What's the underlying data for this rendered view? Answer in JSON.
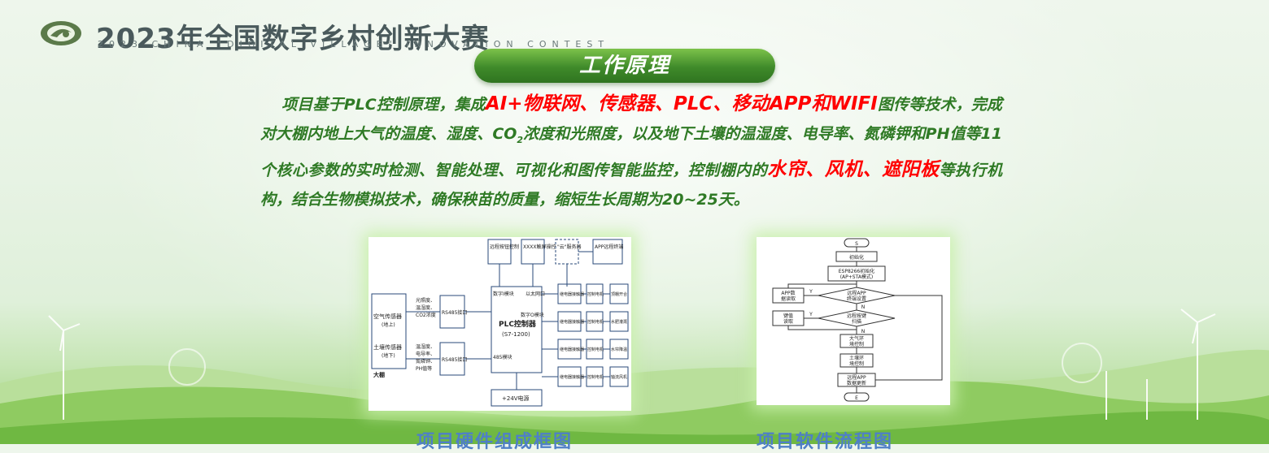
{
  "header": {
    "title_cn": "2023年全国数字乡村创新大赛",
    "title_en": "2023 CHINA \"DIGITAL VILLAGE\" INNOVATION CONTEST"
  },
  "banner": {
    "title": "工作原理"
  },
  "paragraph": {
    "p1": "项目基于PLC控制原理，集成",
    "r1": "AI+物联网、传感器、PLC、移动APP和WIFI",
    "p2": "图传等技术，完成对大棚内地上大气的温度、湿度、CO",
    "sub": "2",
    "p3": "浓度和光照度，以及地下土壤的温湿度、电导率、氮磷钾和PH值等11个核心参数的实时检测、智能处理、可视化和图传智能监控，控制棚内的",
    "r2": "水帘、风机、遮阳板",
    "p4": "等执行机构，结合生物模拟技术，确保秧苗的质量，缩短生长周期为20~25天。"
  },
  "hardware_diagram": {
    "remote_button": "远程按钮控制",
    "touch_screen": "XXXX触屏操控",
    "cloud_server": "\"云\"服务器",
    "app_terminal": "APP远程终端",
    "air_sensor": "空气传感器",
    "air_sensor_sub": "(地上)",
    "soil_sensor": "土壤传感器",
    "soil_sensor_sub": "(地下)",
    "greenhouse": "大棚",
    "air_params": [
      "光照度、",
      "温湿度、",
      "CO2浓度"
    ],
    "soil_params": [
      "温湿度、",
      "电导率、",
      "氮磷钾、",
      "PH值等"
    ],
    "rs485_1": "RS485接口",
    "rs485_2": "RS485接口",
    "digital_in": "数字I模块",
    "ethernet": "以太网口",
    "plc": "PLC控制器",
    "plc_model": "(S7-1200)",
    "digital_out": "数字O模块",
    "m485": "485模块",
    "power": "+24V电源",
    "relay": "继电器接触器",
    "motor": "控制电机",
    "actuators": [
      "顶棚开合",
      "水肥灌溉",
      "水帘降温",
      "轴流风机"
    ]
  },
  "software_flow": {
    "start": "S",
    "init": "初始化",
    "esp_init": [
      "ESP8266初始化",
      "(AP+STA模式)"
    ],
    "decision1": [
      "远程APP",
      "终端设置"
    ],
    "yes1": "Y",
    "app_read": [
      "APP数",
      "据读取"
    ],
    "no1": "N",
    "decision2": [
      "远程按键",
      "扫描"
    ],
    "yes2": "Y",
    "key_read": [
      "键值",
      "读取"
    ],
    "no2": "N",
    "air_ctrl": [
      "大气环",
      "境控制"
    ],
    "soil_ctrl": [
      "土壤环",
      "境控制"
    ],
    "app_update": [
      "远程APP",
      "数据更新"
    ],
    "end": "E"
  },
  "captions": {
    "hardware": "项目硬件组成框图",
    "software": "项目软件流程图"
  },
  "colors": {
    "green_text": "#2f7a25",
    "red_text": "#ff0000",
    "banner": "#3f8a2a",
    "caption": "#4f7fc7"
  }
}
